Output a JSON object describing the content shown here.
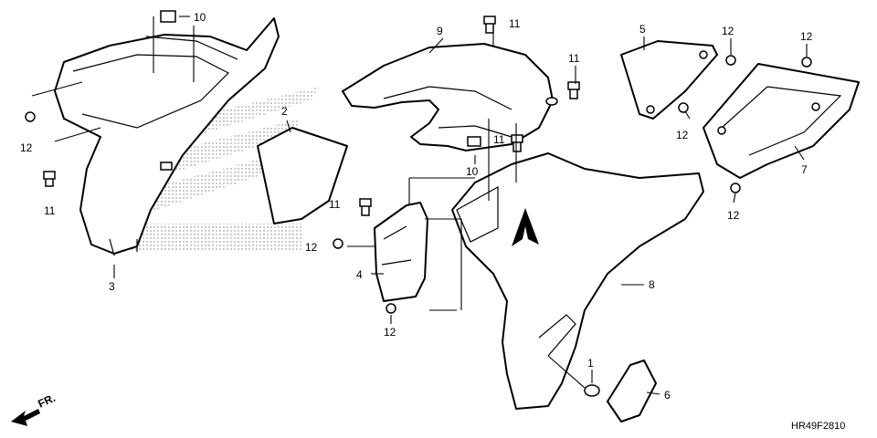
{
  "diagram": {
    "code": "HR49F2810",
    "direction_label": "FR.",
    "callouts": {
      "c1": "1",
      "c2": "2",
      "c3": "3",
      "c4": "4",
      "c5": "5",
      "c6": "6",
      "c7": "7",
      "c8": "8",
      "c9": "9",
      "c10a": "10",
      "c10b": "10",
      "c11a": "11",
      "c11b": "11",
      "c11c": "11",
      "c11d": "11",
      "c11e": "11",
      "c12a": "12",
      "c12b": "12",
      "c12c": "12",
      "c12d": "12",
      "c12e": "12",
      "c12f": "12",
      "c12g": "12"
    }
  }
}
